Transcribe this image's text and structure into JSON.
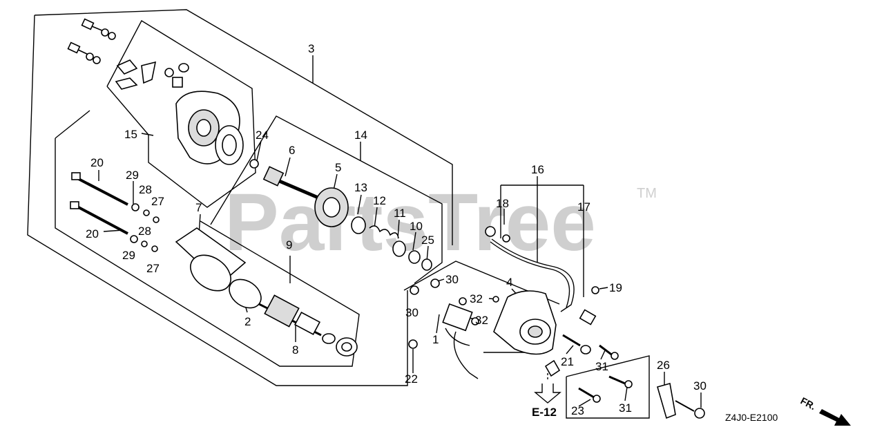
{
  "watermark": {
    "brand": "PartsTree",
    "mark": "TM"
  },
  "diagram": {
    "code": "Z4J0-E2100",
    "reference": "E-12",
    "direction_label": "FR."
  },
  "callouts": [
    {
      "id": "c3",
      "text": "3"
    },
    {
      "id": "c14",
      "text": "14"
    },
    {
      "id": "c15",
      "text": "15"
    },
    {
      "id": "c24",
      "text": "24"
    },
    {
      "id": "c6",
      "text": "6"
    },
    {
      "id": "c5",
      "text": "5"
    },
    {
      "id": "c13",
      "text": "13"
    },
    {
      "id": "c12",
      "text": "12"
    },
    {
      "id": "c11",
      "text": "11"
    },
    {
      "id": "c10",
      "text": "10"
    },
    {
      "id": "c25",
      "text": "25"
    },
    {
      "id": "c20a",
      "text": "20"
    },
    {
      "id": "c20b",
      "text": "20"
    },
    {
      "id": "c29a",
      "text": "29"
    },
    {
      "id": "c29b",
      "text": "29"
    },
    {
      "id": "c28a",
      "text": "28"
    },
    {
      "id": "c28b",
      "text": "28"
    },
    {
      "id": "c27a",
      "text": "27"
    },
    {
      "id": "c27b",
      "text": "27"
    },
    {
      "id": "c7",
      "text": "7"
    },
    {
      "id": "c9",
      "text": "9"
    },
    {
      "id": "c2",
      "text": "2"
    },
    {
      "id": "c8",
      "text": "8"
    },
    {
      "id": "c16",
      "text": "16"
    },
    {
      "id": "c18",
      "text": "18"
    },
    {
      "id": "c17",
      "text": "17"
    },
    {
      "id": "c19",
      "text": "19"
    },
    {
      "id": "c4",
      "text": "4"
    },
    {
      "id": "c30a",
      "text": "30"
    },
    {
      "id": "c30b",
      "text": "30"
    },
    {
      "id": "c30c",
      "text": "30"
    },
    {
      "id": "c32a",
      "text": "32"
    },
    {
      "id": "c32b",
      "text": "32"
    },
    {
      "id": "c1",
      "text": "1"
    },
    {
      "id": "c22",
      "text": "22"
    },
    {
      "id": "c21",
      "text": "21"
    },
    {
      "id": "c31a",
      "text": "31"
    },
    {
      "id": "c31b",
      "text": "31"
    },
    {
      "id": "c26",
      "text": "26"
    },
    {
      "id": "c23",
      "text": "23"
    }
  ]
}
